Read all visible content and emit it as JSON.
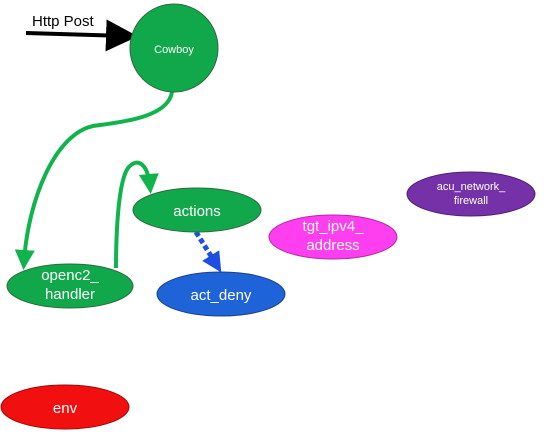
{
  "diagram": {
    "input_label": "Http Post",
    "nodes": {
      "cowboy": {
        "label": "Cowboy",
        "color": "#11a84b"
      },
      "openc2_handler": {
        "line1": "openc2_",
        "line2": "handler",
        "color": "#11a84b"
      },
      "actions": {
        "label": "actions",
        "color": "#11a84b"
      },
      "act_deny": {
        "label": "act_deny",
        "color": "#1f63d8"
      },
      "tgt_ipv4_address": {
        "line1": "tgt_ipv4_",
        "line2": "address",
        "color": "#ff3ef0"
      },
      "acu_network_firewall": {
        "line1": "acu_network_",
        "line2": "firewall",
        "color": "#7532a8"
      },
      "env": {
        "label": "env",
        "color": "#f20f0f"
      }
    },
    "edges": [
      {
        "from": "http_post",
        "to": "cowboy",
        "style": "solid",
        "color": "#000000"
      },
      {
        "from": "cowboy",
        "to": "openc2_handler",
        "style": "solid",
        "color": "#11b34c"
      },
      {
        "from": "openc2_handler",
        "to": "actions",
        "style": "solid",
        "color": "#11b34c"
      },
      {
        "from": "actions",
        "to": "act_deny",
        "style": "dashed",
        "color": "#1f4fe0"
      }
    ]
  }
}
